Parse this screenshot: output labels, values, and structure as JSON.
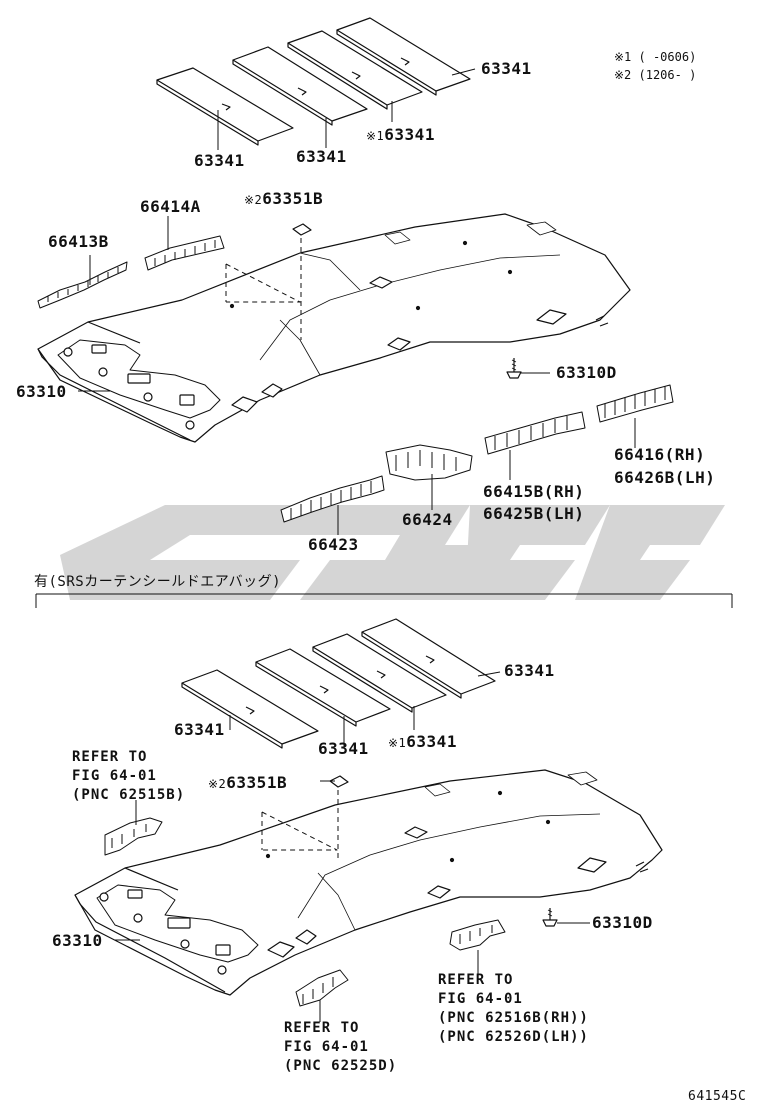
{
  "notes": {
    "note1": "※1 (    -0606)",
    "note2": "※2 (1206-    )"
  },
  "section_b_title": "有(SRSカーテンシールドエアバッグ)",
  "diagram_code": "641545C",
  "watermark_color": "#d3d3d3",
  "top": {
    "pad_a": "63341",
    "pad_b": "63341",
    "pad_c_prefix": "※1",
    "pad_c": "63341",
    "pad_d": "63341",
    "clip_prefix": "※2",
    "clip": "63351B",
    "liner": "63310",
    "screw": "63310D",
    "p66413": "66413B",
    "p66414": "66414A",
    "p66416_rh": "66416(RH)",
    "p66426_lh": "66426B(LH)",
    "p66415_rh": "66415B(RH)",
    "p66425_lh": "66425B(LH)",
    "p66424": "66424",
    "p66423": "66423"
  },
  "bottom": {
    "pad_a": "63341",
    "pad_b": "63341",
    "pad_c_prefix": "※1",
    "pad_c": "63341",
    "pad_d": "63341",
    "clip_prefix": "※2",
    "clip": "63351B",
    "liner": "63310",
    "screw": "63310D",
    "ref1": [
      "REFER TO",
      "FIG 64-01",
      "(PNC 62515B)"
    ],
    "ref2": [
      "REFER TO",
      "FIG 64-01",
      "(PNC 62516B(RH))",
      "(PNC 62526D(LH))"
    ],
    "ref3": [
      "REFER TO",
      "FIG 64-01",
      "(PNC 62525D)"
    ]
  }
}
